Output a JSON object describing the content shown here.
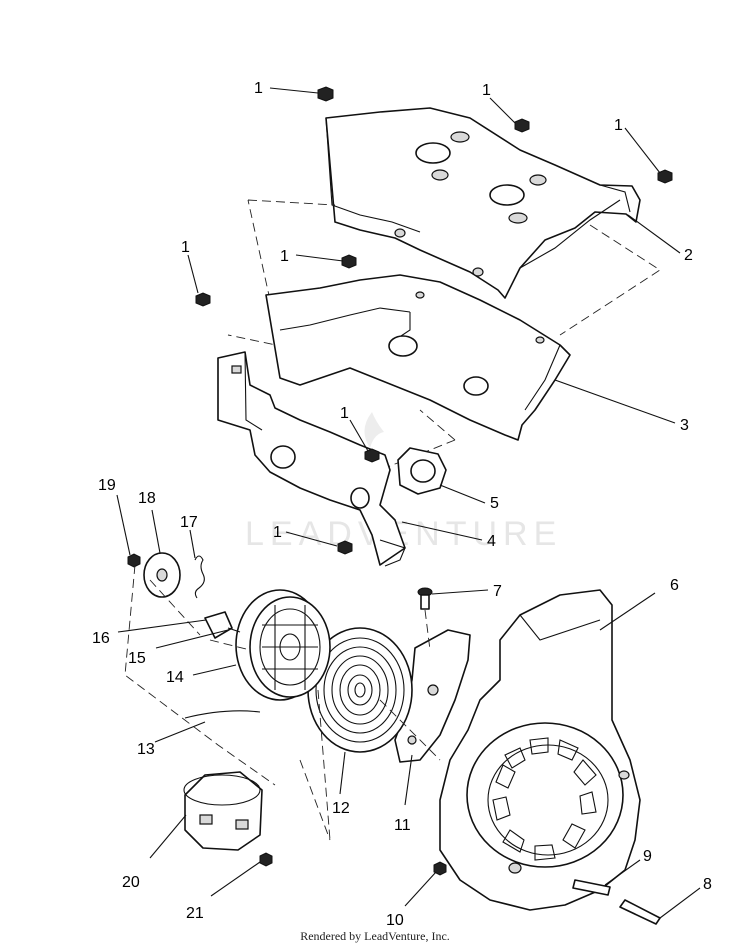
{
  "diagram": {
    "callouts": [
      "1",
      "1",
      "1",
      "1",
      "1",
      "1",
      "1",
      "2",
      "3",
      "4",
      "5",
      "6",
      "7",
      "8",
      "9",
      "10",
      "11",
      "12",
      "13",
      "14",
      "15",
      "16",
      "17",
      "18",
      "19",
      "20",
      "21"
    ],
    "watermark": "LEADVENTURE",
    "credit": "Rendered by LeadVenture, Inc."
  }
}
